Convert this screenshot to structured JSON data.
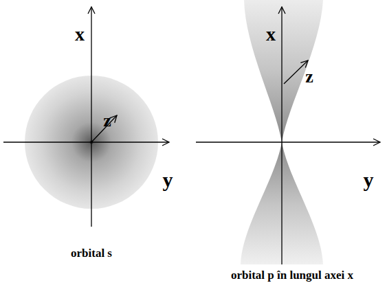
{
  "diagram": {
    "labels": [
      "x",
      "z",
      "y",
      "orbital s",
      "x",
      "z",
      "y",
      "orbital p în lungul axei x"
    ]
  }
}
